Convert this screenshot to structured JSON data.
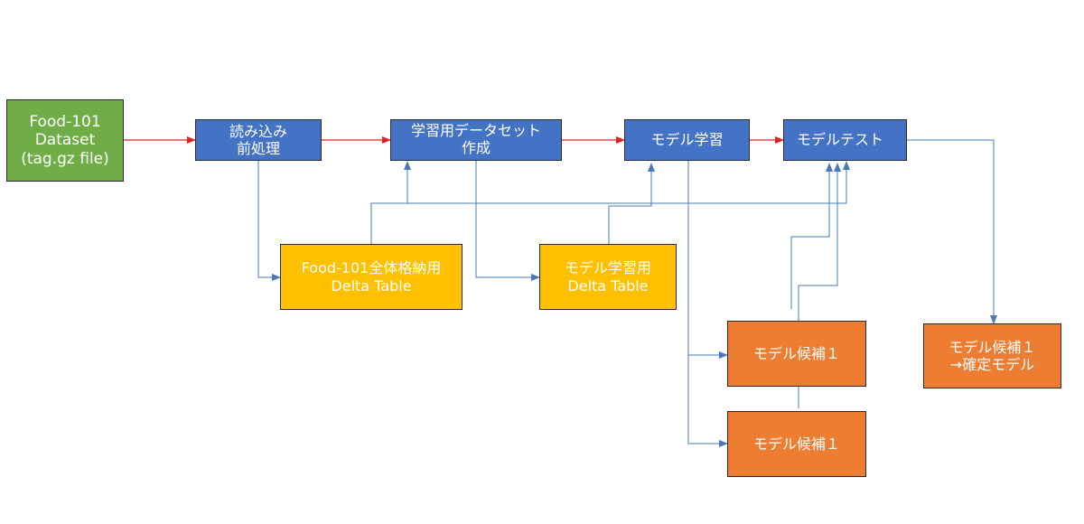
{
  "nodes": {
    "dataset": {
      "lines": [
        "Food-101",
        "Dataset",
        "(tag.gz file)"
      ]
    },
    "read_preprocess": {
      "lines": [
        "読み込み",
        "前処理"
      ]
    },
    "training_dataset": {
      "lines": [
        "学習用データセット",
        "作成"
      ]
    },
    "model_training": {
      "lines": [
        "モデル学習"
      ]
    },
    "model_test": {
      "lines": [
        "モデルテスト"
      ]
    },
    "food101_table": {
      "lines": [
        "Food-101全体格納用",
        "Delta Table"
      ]
    },
    "training_table": {
      "lines": [
        "モデル学習用",
        "Delta Table"
      ]
    },
    "candidate_1": {
      "lines": [
        "モデル候補１"
      ]
    },
    "candidate_2": {
      "lines": [
        "モデル候補１"
      ]
    },
    "final_model": {
      "lines": [
        "モデル候補１",
        "→確定モデル"
      ]
    }
  },
  "colors": {
    "data_source": "#70ad47",
    "process": "#4472c4",
    "storage": "#ffc000",
    "model": "#ed7d31",
    "main_flow_arrow": "#e02020",
    "data_flow_arrow": "#4a78b8"
  }
}
